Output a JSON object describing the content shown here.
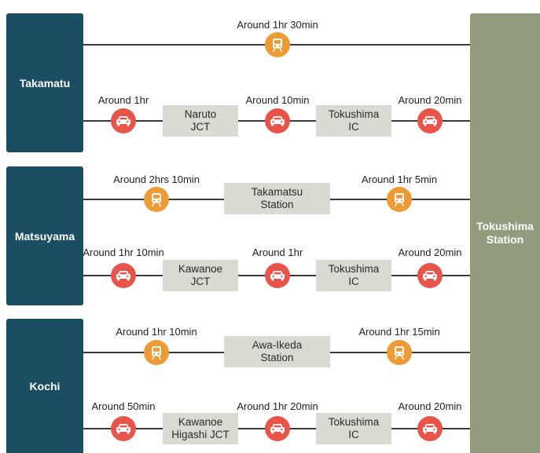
{
  "colors": {
    "origin": "#1c4e63",
    "destination": "#939d7d",
    "car": "#e8544a",
    "train": "#ee9a35",
    "box": "#dbdad2"
  },
  "destination": {
    "line1": "Tokushima",
    "line2": "Station"
  },
  "groups": [
    {
      "origin": "Takamatu",
      "routes": [
        {
          "labels": [
            "Around 1hr 30min"
          ],
          "icons": [
            "train-icon"
          ],
          "nodes": []
        },
        {
          "labels": [
            "Around 1hr",
            "Around 10min",
            "Around 20min"
          ],
          "icons": [
            "car-icon",
            "car-icon",
            "car-icon"
          ],
          "nodes": [
            {
              "line1": "Naruto",
              "line2": "JCT"
            },
            {
              "line1": "Tokushima",
              "line2": "IC"
            }
          ]
        }
      ]
    },
    {
      "origin": "Matsuyama",
      "routes": [
        {
          "labels": [
            "Around 2hrs 10min",
            "Around 1hr 5min"
          ],
          "icons": [
            "train-icon",
            "train-icon"
          ],
          "nodes": [
            {
              "line1": "Takamatsu",
              "line2": "Station"
            }
          ]
        },
        {
          "labels": [
            "Around 1hr 10min",
            "Around 1hr",
            "Around 20min"
          ],
          "icons": [
            "car-icon",
            "car-icon",
            "car-icon"
          ],
          "nodes": [
            {
              "line1": "Kawanoe",
              "line2": "JCT"
            },
            {
              "line1": "Tokushima",
              "line2": "IC"
            }
          ]
        }
      ]
    },
    {
      "origin": "Kochi",
      "routes": [
        {
          "labels": [
            "Around 1hr 10min",
            "Around 1hr 15min"
          ],
          "icons": [
            "train-icon",
            "train-icon"
          ],
          "nodes": [
            {
              "line1": "Awa-Ikeda",
              "line2": "Station"
            }
          ]
        },
        {
          "labels": [
            "Around 50min",
            "Around 1hr 20min",
            "Around 20min"
          ],
          "icons": [
            "car-icon",
            "car-icon",
            "car-icon"
          ],
          "nodes": [
            {
              "line1": "Kawanoe",
              "line2": "Higashi JCT"
            },
            {
              "line1": "Tokushima",
              "line2": "IC"
            }
          ]
        }
      ]
    }
  ]
}
